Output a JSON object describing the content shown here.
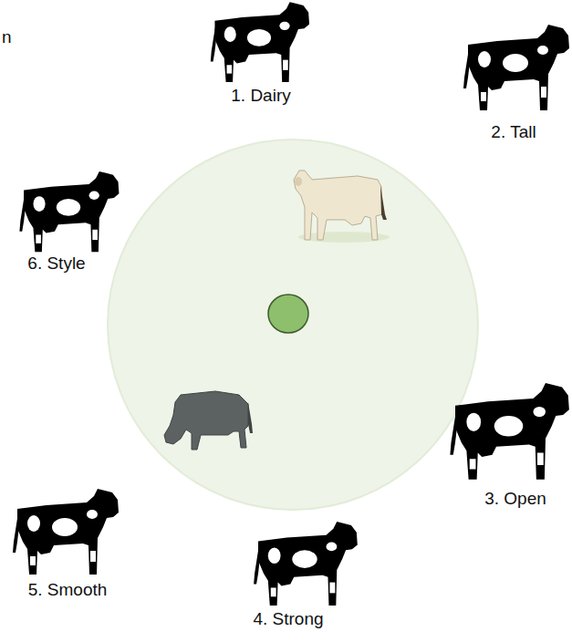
{
  "diagram": {
    "labels": [
      "n",
      "1. Dairy",
      "2. Tall",
      "3. Open",
      "4. Strong",
      "5. Smooth",
      "6. Style"
    ]
  }
}
